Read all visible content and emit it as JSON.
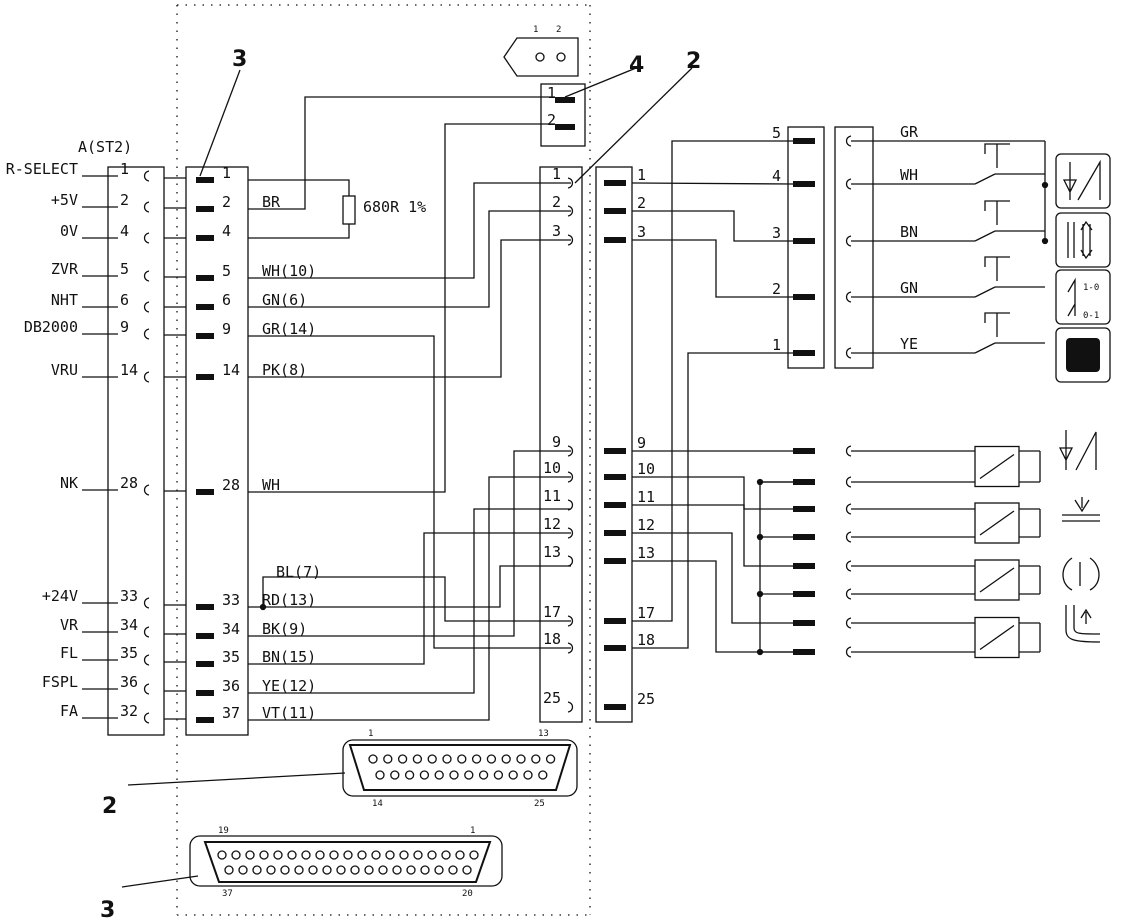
{
  "colors": {
    "ink": "#111111",
    "paper": "#ffffff"
  },
  "connector_a": {
    "title": "A(ST2)",
    "signals": [
      "R-SELECT",
      "+5V",
      "0V",
      "ZVR",
      "NHT",
      "DB2000",
      "VRU",
      "NK",
      "+24V",
      "VR",
      "FL",
      "FSPL",
      "FA"
    ],
    "pins": [
      "1",
      "2",
      "4",
      "5",
      "6",
      "9",
      "14",
      "28",
      "33",
      "34",
      "35",
      "36",
      "32"
    ]
  },
  "connector_b": {
    "pins": [
      "1",
      "2",
      "4",
      "5",
      "6",
      "9",
      "14",
      "28",
      "33",
      "34",
      "35",
      "36",
      "37"
    ],
    "wires": [
      "",
      "BR",
      "",
      "WH(10)",
      "GN(6)",
      "GR(14)",
      "PK(8)",
      "WH",
      "RD(13)",
      "BK(9)",
      "BN(15)",
      "YE(12)",
      "VT(11)"
    ],
    "extra_wire": "BL(7)"
  },
  "resistor_label": "680R 1%",
  "power_socket": {
    "pins": [
      "1",
      "2"
    ]
  },
  "power_plug": {
    "pins": [
      "1",
      "2"
    ]
  },
  "connector_c": {
    "pins": [
      "1",
      "2",
      "3",
      "9",
      "10",
      "11",
      "12",
      "13",
      "17",
      "18",
      "25"
    ]
  },
  "connector_d": {
    "pins": [
      "1",
      "2",
      "3",
      "9",
      "10",
      "11",
      "12",
      "13",
      "17",
      "18",
      "25"
    ]
  },
  "switch_block": {
    "pins": [
      "5",
      "4",
      "3",
      "2",
      "1"
    ],
    "wires": [
      "GR",
      "WH",
      "BN",
      "GN",
      "YE"
    ]
  },
  "small_labels": {
    "upper_a": "1-0",
    "upper_b": "0-1"
  },
  "callouts": {
    "c4": "4",
    "c2_top": "2",
    "c3_top": "3",
    "c2_bottom": "2",
    "c3_bottom": "3"
  },
  "dsub25": {
    "pin_top_left": "1",
    "pin_top_right": "13",
    "pin_bottom_left": "14",
    "pin_bottom_right": "25"
  },
  "dsub37": {
    "pin_top_left": "19",
    "pin_top_right": "1",
    "pin_bottom_left": "37",
    "pin_bottom_right": "20"
  },
  "icons": [
    "thread-trimmer-icon",
    "stitch-length-icon",
    "stitch-counter-icon",
    "stop-square-icon",
    "thread-trimmer-icon",
    "thread-wiper-icon",
    "thread-tension-icon",
    "presser-foot-icon"
  ]
}
